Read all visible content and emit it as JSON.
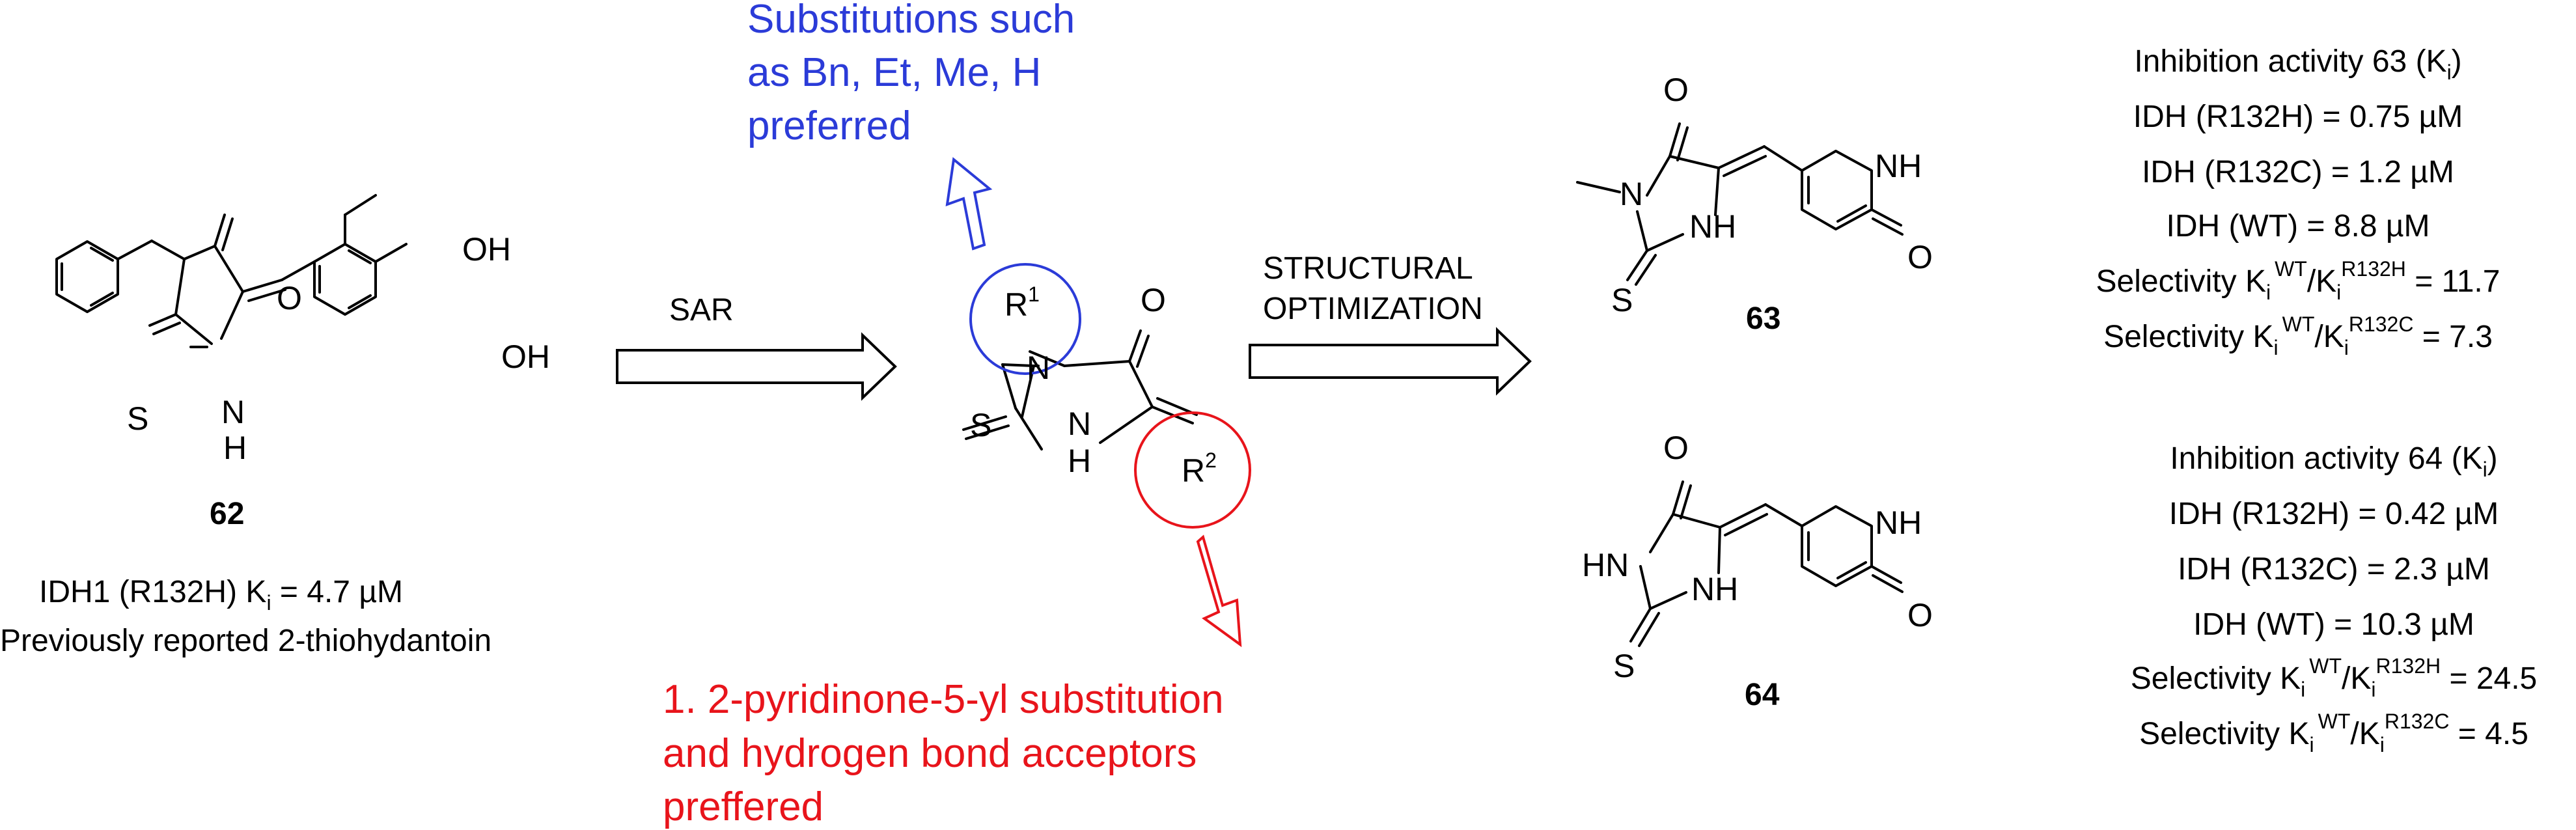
{
  "atoms": {
    "oh": "OH",
    "o": "O",
    "s": "S",
    "n": "N",
    "h": "H",
    "nh": "NH",
    "hn": "HN",
    "r": "R",
    "sup1": "1",
    "sup2": "2"
  },
  "compound62": {
    "number": "62",
    "activity_prefix": "IDH1 (R132H) K",
    "activity_sub": "i",
    "activity_suffix": " = 4.7 µM",
    "description": "Previously reported 2-thiohydantoin"
  },
  "arrows": {
    "sar": "SAR",
    "structural": "STRUCTURAL",
    "optimization": "OPTIMIZATION"
  },
  "sar_notes": {
    "r1": [
      "Substitutions such",
      "as Bn, Et, Me, H",
      "preferred"
    ],
    "r2": [
      "1. 2-pyridinone-5-yl substitution",
      "and hydrogen bond acceptors",
      "preffered"
    ]
  },
  "compound63": {
    "number": "63",
    "title_prefix": "Inhibition activity 63 (K",
    "title_sub": "i",
    "title_suffix": ")",
    "lines": [
      "IDH (R132H) = 0.75 µM",
      "IDH (R132C) = 1.2 µM",
      "IDH (WT) = 8.8 µM"
    ],
    "sel1": {
      "prefix": "Selectivity K",
      "sub": "i",
      "sup1": "WT",
      "mid": "/K",
      "sub2": "i",
      "sup2": "R132H",
      "value": " = 11.7"
    },
    "sel2": {
      "prefix": "Selectivity K",
      "sub": "i",
      "sup1": "WT",
      "mid": "/K",
      "sub2": "i",
      "sup2": "R132C",
      "value": " = 7.3"
    }
  },
  "compound64": {
    "number": "64",
    "title_prefix": "Inhibition activity 64 (K",
    "title_sub": "i",
    "title_suffix": ")",
    "lines": [
      "IDH (R132H) = 0.42 µM",
      "IDH (R132C) = 2.3 µM",
      "IDH (WT) = 10.3 µM"
    ],
    "sel1": {
      "prefix": "Selectivity K",
      "sub": "i",
      "sup1": "WT",
      "mid": "/K",
      "sub2": "i",
      "sup2": "R132H",
      "value": " = 24.5"
    },
    "sel2": {
      "prefix": "Selectivity K",
      "sub": "i",
      "sup1": "WT",
      "mid": "/K",
      "sub2": "i",
      "sup2": "R132C",
      "value": " = 4.5"
    }
  },
  "colors": {
    "blue": "#2b3bd8",
    "red": "#e8141b",
    "ink": "#000000"
  }
}
